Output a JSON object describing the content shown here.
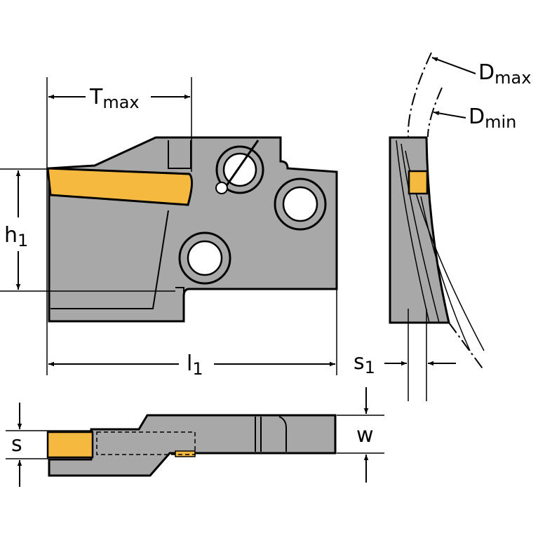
{
  "colors": {
    "body_fill": "#a8a8a8",
    "insert_fill": "#f5b940",
    "outline": "#000000",
    "hole_fill": "#ffffff",
    "background": "#ffffff"
  },
  "labels": {
    "tmax": {
      "main": "T",
      "sub": "max"
    },
    "h1": {
      "main": "h",
      "sub": "1"
    },
    "l1": {
      "main": "l",
      "sub": "1"
    },
    "dmax": {
      "main": "D",
      "sub": "max"
    },
    "dmin": {
      "main": "D",
      "sub": "min"
    },
    "s1": {
      "main": "s",
      "sub": "1"
    },
    "s": "s",
    "w": "w"
  }
}
